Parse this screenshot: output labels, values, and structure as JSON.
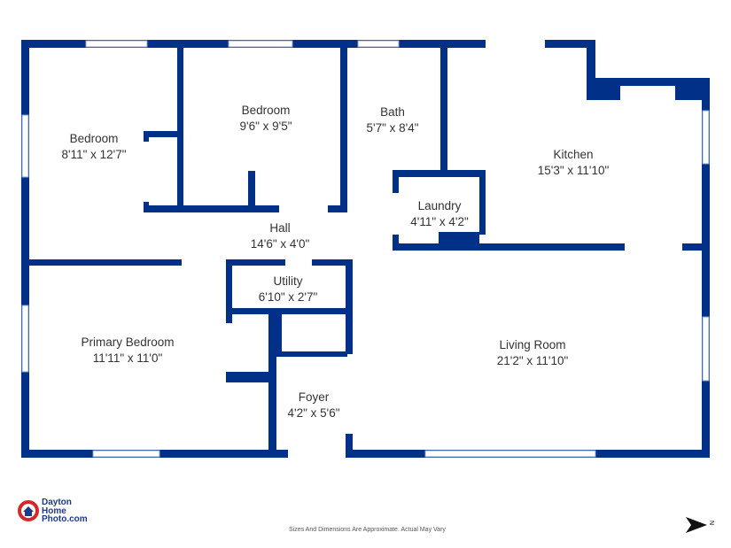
{
  "colors": {
    "wall": "#003087",
    "logo_red": "#d62828",
    "logo_blue": "#1c3a8a"
  },
  "rooms": [
    {
      "name": "Bedroom",
      "dims": "8'11\" x 12'7\""
    },
    {
      "name": "Bedroom",
      "dims": "9'6\" x 9'5\""
    },
    {
      "name": "Bath",
      "dims": "5'7\" x 8'4\""
    },
    {
      "name": "Kitchen",
      "dims": "15'3\" x 11'10\""
    },
    {
      "name": "Laundry",
      "dims": "4'11\" x 4'2\""
    },
    {
      "name": "Hall",
      "dims": "14'6\" x 4'0\""
    },
    {
      "name": "Utility",
      "dims": "6'10\" x 2'7\""
    },
    {
      "name": "Primary Bedroom",
      "dims": "11'11\" x 11'0\""
    },
    {
      "name": "Living Room",
      "dims": "21'2\" x 11'10\""
    },
    {
      "name": "Foyer",
      "dims": "4'2\" x 5'6\""
    }
  ],
  "footer": {
    "disclaimer": "Sizes And Dimensions Are Approximate. Actual May Vary",
    "compass_label": "N"
  },
  "logo": {
    "line1": "Dayton",
    "line2": "Home",
    "line3": "Photo.com"
  }
}
